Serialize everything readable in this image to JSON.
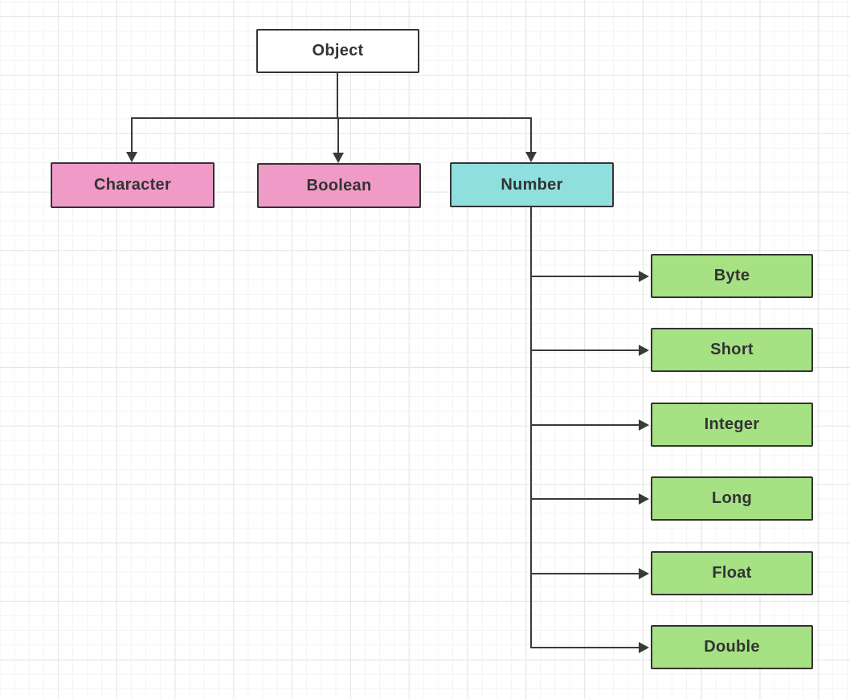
{
  "diagram": {
    "type": "hierarchy-flowchart",
    "root": {
      "id": "object",
      "label": "Object"
    },
    "level1": [
      {
        "id": "character",
        "label": "Character"
      },
      {
        "id": "boolean",
        "label": "Boolean"
      },
      {
        "id": "number",
        "label": "Number"
      }
    ],
    "level2": [
      {
        "id": "byte",
        "label": "Byte"
      },
      {
        "id": "short",
        "label": "Short"
      },
      {
        "id": "integer",
        "label": "Integer"
      },
      {
        "id": "long",
        "label": "Long"
      },
      {
        "id": "float",
        "label": "Float"
      },
      {
        "id": "double",
        "label": "Double"
      }
    ],
    "edges": [
      {
        "from": "Object",
        "to": "Character"
      },
      {
        "from": "Object",
        "to": "Boolean"
      },
      {
        "from": "Object",
        "to": "Number"
      },
      {
        "from": "Number",
        "to": "Byte"
      },
      {
        "from": "Number",
        "to": "Short"
      },
      {
        "from": "Number",
        "to": "Integer"
      },
      {
        "from": "Number",
        "to": "Long"
      },
      {
        "from": "Number",
        "to": "Float"
      },
      {
        "from": "Number",
        "to": "Double"
      }
    ]
  },
  "colors": {
    "root_fill": "#ffffff",
    "wrapper_fill": "#f09ac8",
    "number_fill": "#90dfdf",
    "numeric_fill": "#a6e184",
    "node_border": "#333333",
    "node_text": "#333333",
    "line": "#3a3a3a",
    "grid_minor": "#f3f3f3",
    "grid_major": "#e6e6e6",
    "background": "#ffffff"
  }
}
